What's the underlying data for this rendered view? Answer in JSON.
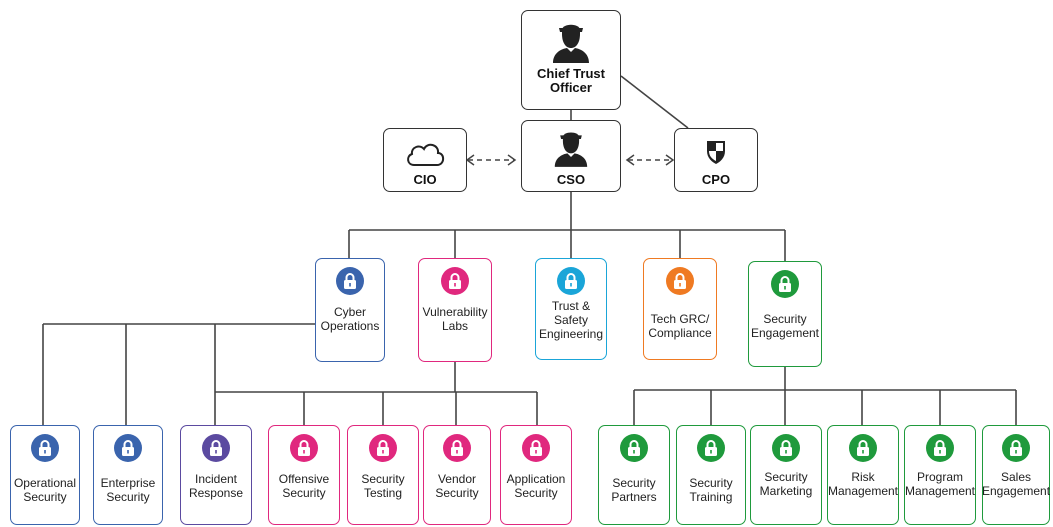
{
  "executives": {
    "cto": "Chief Trust Officer",
    "cio": "CIO",
    "cso": "CSO",
    "cpo": "CPO"
  },
  "departments": [
    {
      "label": "Cyber Operations",
      "color": "#3a64ad"
    },
    {
      "label": "Vulnerability Labs",
      "color": "#e0287e"
    },
    {
      "label": "Trust & Safety Engineering",
      "color": "#1aa5d8"
    },
    {
      "label": "Tech GRC/ Compliance",
      "color": "#ef7a22"
    },
    {
      "label": "Security Engagement",
      "color": "#1f9a3c"
    }
  ],
  "teams": [
    {
      "label": "Operational Security",
      "color": "#3a64ad"
    },
    {
      "label": "Enterprise Security",
      "color": "#3a64ad"
    },
    {
      "label": "Incident Response",
      "color": "#5b4aa0"
    },
    {
      "label": "Offensive Security",
      "color": "#e0287e"
    },
    {
      "label": "Security Testing",
      "color": "#e0287e"
    },
    {
      "label": "Vendor Security",
      "color": "#e0287e"
    },
    {
      "label": "Application Security",
      "color": "#e0287e"
    },
    {
      "label": "Security Partners",
      "color": "#1f9a3c"
    },
    {
      "label": "Security Training",
      "color": "#1f9a3c"
    },
    {
      "label": "Security Marketing",
      "color": "#1f9a3c"
    },
    {
      "label": "Risk Management",
      "color": "#1f9a3c"
    },
    {
      "label": "Program Management",
      "color": "#1f9a3c"
    },
    {
      "label": "Sales Engagement",
      "color": "#1f9a3c"
    }
  ],
  "icons": {
    "person": "person-icon",
    "cloud": "cloud-icon",
    "shield": "shield-icon",
    "lock": "lock-icon"
  },
  "colors": {
    "line": "#444444",
    "exec_border": "#333333"
  }
}
